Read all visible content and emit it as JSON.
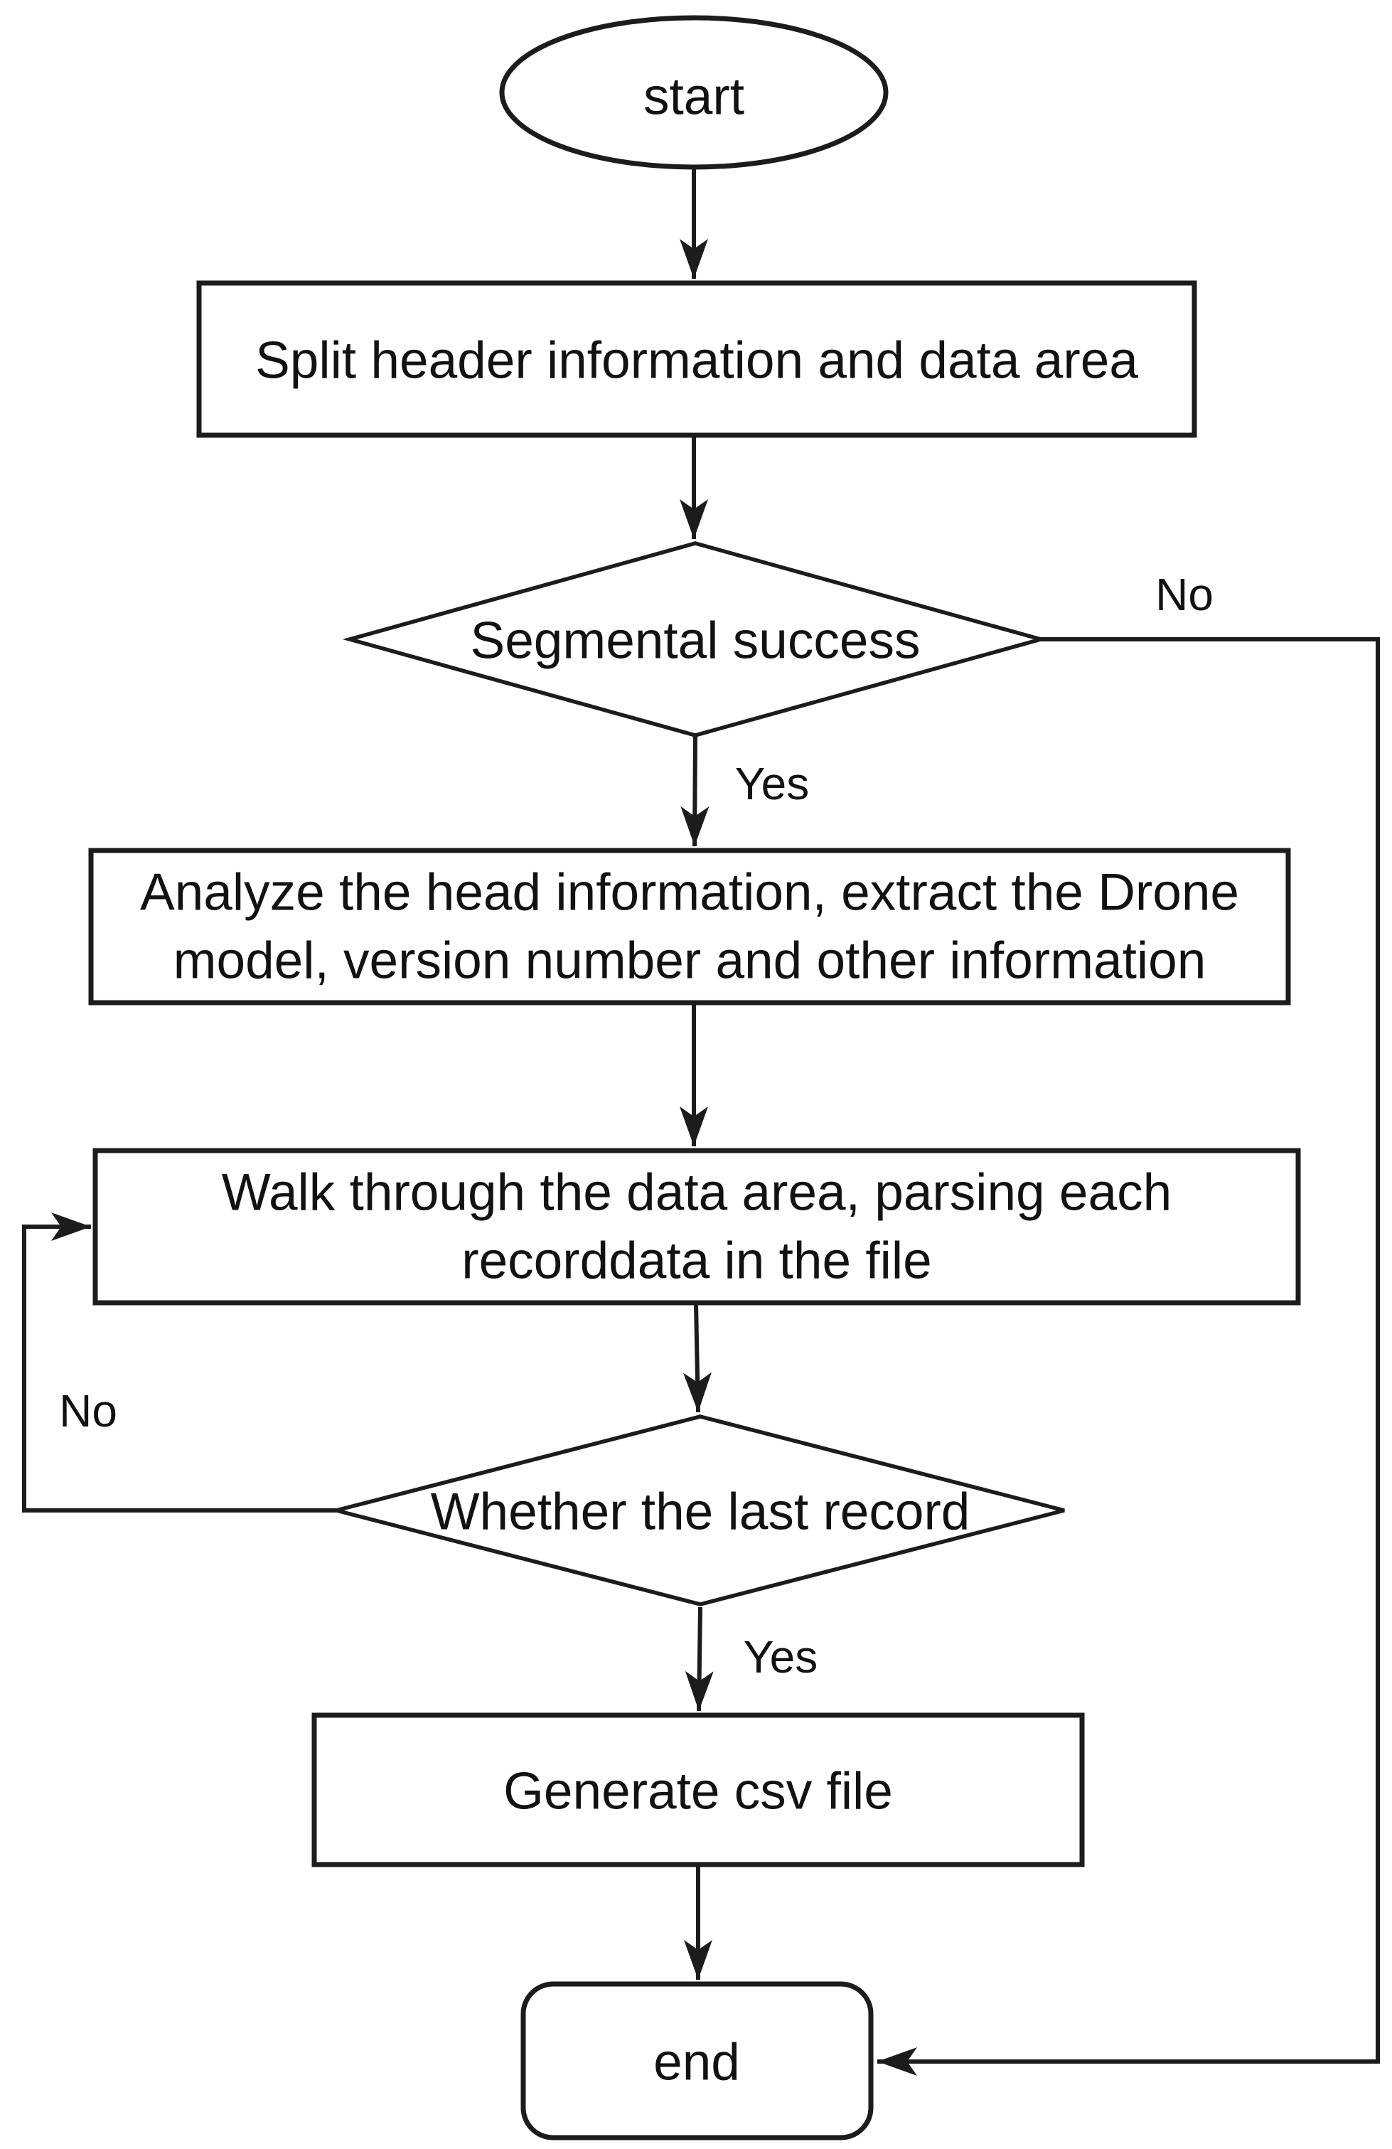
{
  "nodes": {
    "start": {
      "type": "terminator",
      "label": "start"
    },
    "split": {
      "type": "process",
      "label": "Split header information and data area"
    },
    "seg_success": {
      "type": "decision",
      "label": "Segmental success"
    },
    "analyze": {
      "type": "process",
      "line1": "Analyze the head information, extract the Drone",
      "line2": "model, version number and other information"
    },
    "walk": {
      "type": "process",
      "line1": "Walk through the data area, parsing each",
      "line2": "recorddata in the file"
    },
    "last_record": {
      "type": "decision",
      "label": "Whether the last record"
    },
    "generate": {
      "type": "process",
      "label": "Generate csv file"
    },
    "end": {
      "type": "terminator",
      "label": "end"
    }
  },
  "edges": {
    "seg_success_no": "No",
    "seg_success_yes": "Yes",
    "last_record_no": "No",
    "last_record_yes": "Yes"
  },
  "colors": {
    "stroke": "#1d1b1c",
    "text": "#131112",
    "background": "#ffffff"
  }
}
